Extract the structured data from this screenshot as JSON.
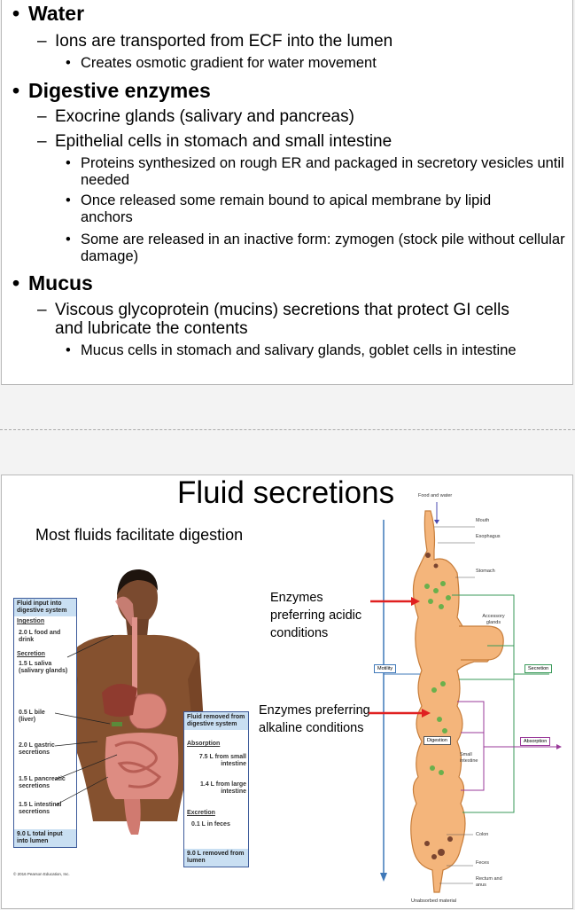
{
  "slide1": {
    "water": {
      "heading": "Water",
      "sub": "Ions are transported from ECF into the lumen",
      "detail": "Creates osmotic gradient for water movement"
    },
    "enzymes": {
      "heading": "Digestive enzymes",
      "sub1": "Exocrine glands (salivary and pancreas)",
      "sub2": "Epithelial cells in stomach and small intestine",
      "detail1": "Proteins synthesized on rough ER and packaged in secretory vesicles until needed",
      "detail2": "Once released some remain bound to apical membrane by lipid anchors",
      "detail3": "Some are released in an inactive form: zymogen (stock pile without cellular damage)"
    },
    "mucus": {
      "heading": "Mucus",
      "sub_line1": "Viscous glycoprotein (mucins) secretions that protect GI cells",
      "sub_line2": "and lubricate the contents",
      "detail": "Mucus cells in stomach and salivary glands, goblet cells in intestine"
    }
  },
  "slide2": {
    "title": "Fluid secretions",
    "subtitle": "Most fluids facilitate digestion",
    "callout_acidic": [
      "Enzymes",
      "preferring acidic",
      "conditions"
    ],
    "callout_alkaline": [
      "Enzymes preferring",
      "alkaline conditions"
    ],
    "input_box": {
      "title": "Fluid input into digestive system",
      "ingestion_label": "Ingestion",
      "ingestion": "2.0 L food and drink",
      "secretion_label": "Secretion",
      "saliva": "1.5 L saliva (salivary glands)",
      "bile": "0.5 L bile (liver)",
      "gastric": "2.0 L gastric secretions",
      "pancreatic": "1.5 L pancreatic secretions",
      "intestinal": "1.5 L intestinal secretions",
      "total": "9.0 L total input into lumen"
    },
    "removed_box": {
      "title": "Fluid removed from digestive system",
      "absorption_label": "Absorption",
      "small": "7.5 L from small intestine",
      "large": "1.4 L from large intestine",
      "excretion_label": "Excretion",
      "feces": "0.1 L in feces",
      "total": "9.0 L removed from lumen"
    },
    "copyright": "© 2016 Pearson Education, Inc.",
    "diagram": {
      "food": "Food and water",
      "mouth": "Mouth",
      "esophagus": "Esophagus",
      "stomach": "Stomach",
      "accessory": "Accessory glands",
      "motility": "Motility",
      "secretion": "Secretion",
      "digestion": "Digestion",
      "absorption": "Absorption",
      "small_intestine": "Small intestine",
      "colon": "Colon",
      "feces": "Feces",
      "rectum": "Rectum and anus",
      "unabsorbed": "Unabsorbed material"
    }
  }
}
